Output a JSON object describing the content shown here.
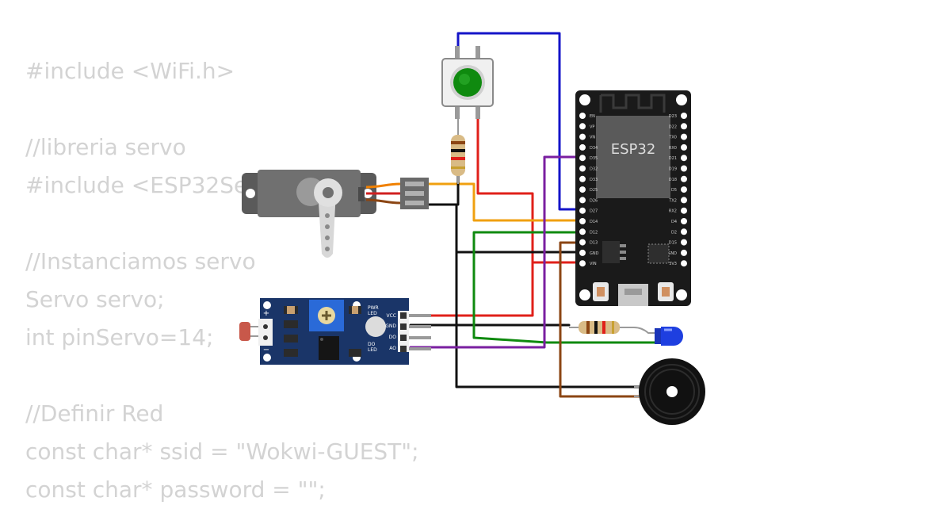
{
  "code_lines": [
    "#include <WiFi.h>",
    "",
    "//libreria servo",
    "#include <ESP32Se",
    "",
    "//Instanciamos servo",
    "Servo servo;",
    "int pinServo=14;",
    "",
    "//Definir Red",
    "const char* ssid = \"Wokwi-GUEST\";",
    "const char* password = \"\";"
  ],
  "esp32": {
    "label": "ESP32",
    "left_pins": [
      "EN",
      "VP",
      "VN",
      "D34",
      "D35",
      "D32",
      "D33",
      "D25",
      "D26",
      "D27",
      "D14",
      "D12",
      "D13",
      "GND",
      "VIN"
    ],
    "right_pins": [
      "D23",
      "D22",
      "TX0",
      "RX0",
      "D21",
      "D19",
      "D18",
      "D5",
      "TX2",
      "RX2",
      "D4",
      "D2",
      "D15",
      "GND",
      "3V3"
    ]
  },
  "sensor_module": {
    "pin_labels": [
      "VCC",
      "GND",
      "DO",
      "AO"
    ],
    "pwr_led": [
      "PWR",
      "LED"
    ],
    "do_led": [
      "DO",
      "LED"
    ],
    "plus": "+",
    "minus": "−"
  },
  "colors": {
    "wire_blue": "#1414c8",
    "wire_red": "#e0201a",
    "wire_orange": "#f0a010",
    "wire_black": "#111111",
    "wire_green": "#0f8a0f",
    "wire_purple": "#7a1fa0",
    "wire_brown": "#8b4513",
    "esp32_board": "#1a1a1a",
    "sensor_board": "#1a3568",
    "button_cap": "#0f8a0f",
    "led": "#1e3fe0",
    "code_text": "#d3d3d3"
  },
  "icons": {
    "servo": "servo-motor-icon",
    "button": "pushbutton-icon",
    "buzzer": "buzzer-icon",
    "led": "led-icon",
    "resistor": "resistor-icon",
    "photoresistor": "photoresistor-icon"
  }
}
